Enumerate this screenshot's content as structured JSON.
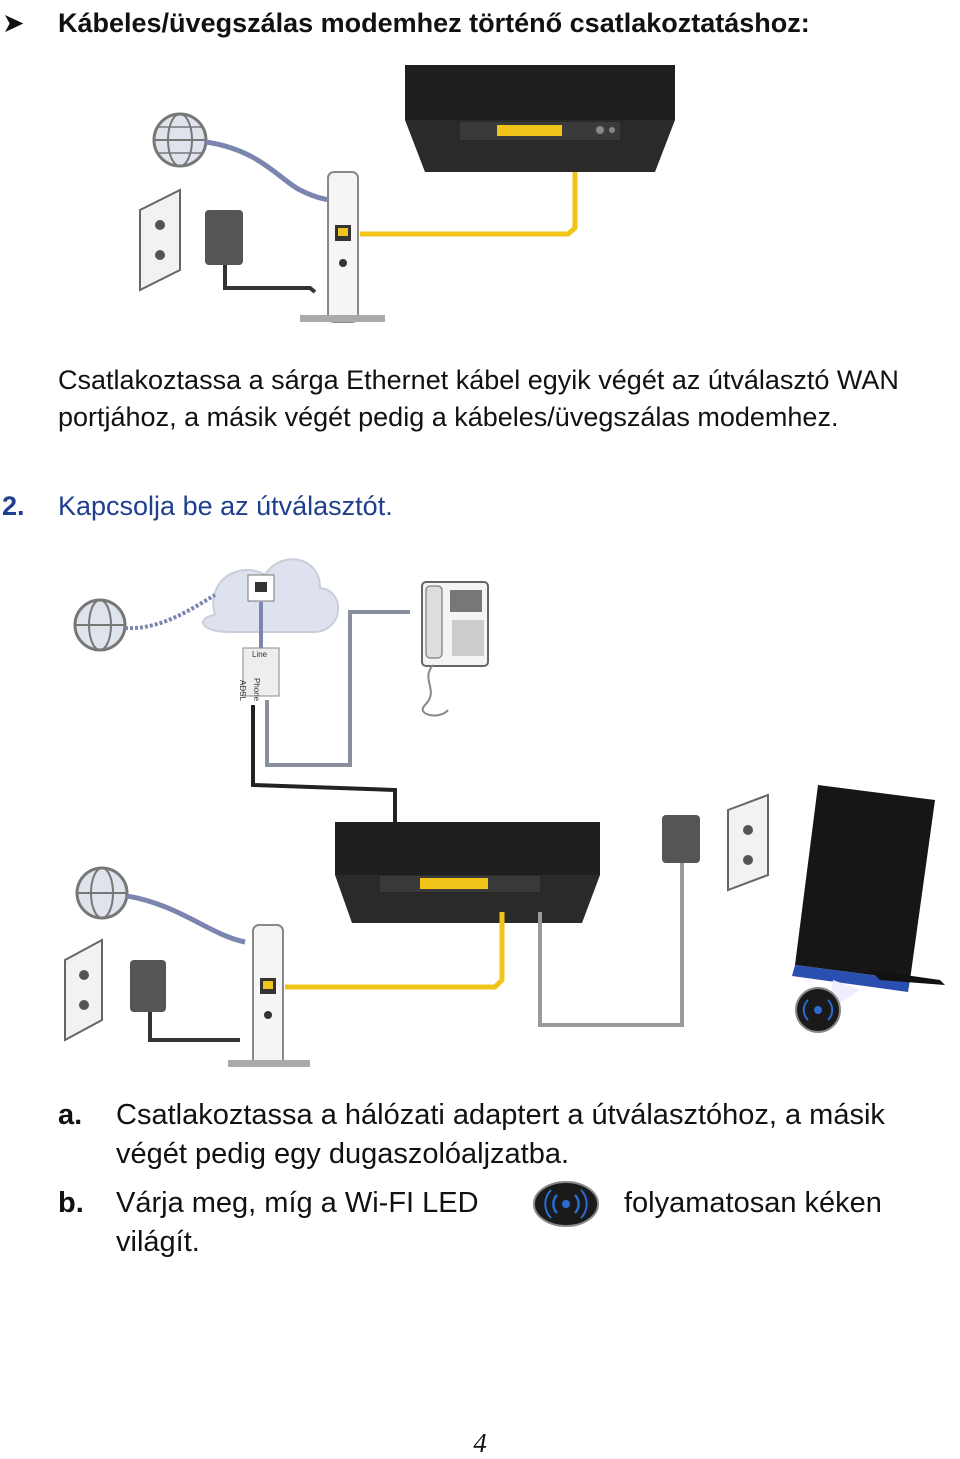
{
  "section": {
    "bullet_icon": "arrow-bullet-icon",
    "title": "Kábeles/üvegszálas modemhez történő csatlakoztatáshoz:"
  },
  "instruction": {
    "text": "Csatlakoztassa a sárga Ethernet kábel egyik végét az útválasztó WAN portjához, a másik végét pedig a kábeles/üvegszálas modemhez."
  },
  "step2": {
    "number": "2.",
    "text": "Kapcsolja be az útválasztót."
  },
  "diagram2_labels": {
    "splitter_line": "Line",
    "splitter_adsl": "ADSL",
    "splitter_phone": "Phone"
  },
  "substeps": [
    {
      "label": "a.",
      "text": "Csatlakoztassa a hálózati adaptert a útválasztóhoz, a másik végét pedig egy dugaszolóaljzatba."
    },
    {
      "label": "b.",
      "text_before": "Várja meg, míg a Wi-FI LED",
      "icon": "wifi-led-icon",
      "text_after": "folyamatosan kéken",
      "text_cont": "világít."
    }
  ],
  "colors": {
    "heading_blue": "#1f3f8c",
    "ethernet_yellow": "#f0c419",
    "cable_gray": "#8a8f9c",
    "cable_blue": "#7a86b0",
    "router_black": "#1a1a1a",
    "wifi_blue": "#2a4fb0"
  },
  "page_number": "4"
}
